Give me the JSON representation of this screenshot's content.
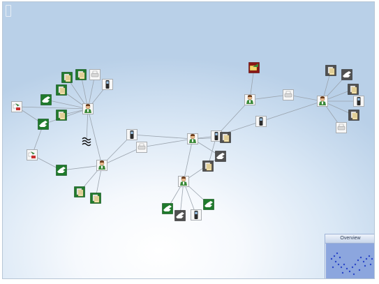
{
  "overview": {
    "title": "Overview"
  },
  "colors": {
    "edge": "#9aa3ad",
    "green_tile": "#1f7a2c",
    "dark_tile": "#505050",
    "red_tile": "#8b1616",
    "overview_bg": "#8ca6de",
    "overview_dots": "#2944c8"
  },
  "graph": {
    "nodes": [
      {
        "id": "p1",
        "icon": "person-icon",
        "style": "person"
      },
      {
        "id": "p2",
        "icon": "person-icon",
        "style": "person"
      },
      {
        "id": "p3",
        "icon": "person-icon",
        "style": "person"
      },
      {
        "id": "p4",
        "icon": "person-icon",
        "style": "person"
      },
      {
        "id": "p5",
        "icon": "person-icon",
        "style": "person"
      },
      {
        "id": "p6",
        "icon": "person-icon",
        "style": "person"
      },
      {
        "id": "a1",
        "icon": "document-icon",
        "style": "green"
      },
      {
        "id": "a2",
        "icon": "document-icon",
        "style": "green"
      },
      {
        "id": "a3",
        "icon": "printer-icon",
        "style": "light"
      },
      {
        "id": "a4",
        "icon": "mobile-phone-icon",
        "style": "light"
      },
      {
        "id": "a5",
        "icon": "document-icon",
        "style": "green"
      },
      {
        "id": "a6",
        "icon": "hand-icon",
        "style": "green"
      },
      {
        "id": "a7",
        "icon": "document-icon",
        "style": "green"
      },
      {
        "id": "a8",
        "icon": "hand-icon",
        "style": "green"
      },
      {
        "id": "a9",
        "icon": "transfer-icon",
        "style": "light"
      },
      {
        "id": "b1",
        "icon": "transfer-icon",
        "style": "light"
      },
      {
        "id": "b2",
        "icon": "hand-icon",
        "style": "green"
      },
      {
        "id": "b3",
        "icon": "document-icon",
        "style": "green"
      },
      {
        "id": "b4",
        "icon": "document-icon",
        "style": "green"
      },
      {
        "id": "b5",
        "icon": "wave-icon",
        "style": "plain"
      },
      {
        "id": "h1",
        "icon": "mobile-phone-icon",
        "style": "light"
      },
      {
        "id": "h2",
        "icon": "printer-icon",
        "style": "light"
      },
      {
        "id": "h3",
        "icon": "mobile-phone-icon",
        "style": "light"
      },
      {
        "id": "h4",
        "icon": "document-icon",
        "style": "dark"
      },
      {
        "id": "h5",
        "icon": "hand-icon",
        "style": "dark"
      },
      {
        "id": "h6",
        "icon": "document-icon",
        "style": "dark"
      },
      {
        "id": "c1",
        "icon": "hand-icon",
        "style": "green"
      },
      {
        "id": "c2",
        "icon": "hand-icon",
        "style": "dark"
      },
      {
        "id": "c3",
        "icon": "mobile-phone-icon",
        "style": "light"
      },
      {
        "id": "c4",
        "icon": "hand-icon",
        "style": "green"
      },
      {
        "id": "e1",
        "icon": "bank-card-icon",
        "style": "red"
      },
      {
        "id": "e2",
        "icon": "printer-icon",
        "style": "light"
      },
      {
        "id": "e3",
        "icon": "mobile-phone-icon",
        "style": "light"
      },
      {
        "id": "f1",
        "icon": "document-icon",
        "style": "dark"
      },
      {
        "id": "f2",
        "icon": "hand-icon",
        "style": "dark"
      },
      {
        "id": "f3",
        "icon": "document-icon",
        "style": "dark"
      },
      {
        "id": "f4",
        "icon": "mobile-phone-icon",
        "style": "light"
      },
      {
        "id": "f5",
        "icon": "document-icon",
        "style": "dark"
      },
      {
        "id": "f6",
        "icon": "printer-icon",
        "style": "light"
      }
    ],
    "edges": [
      [
        "p1",
        "a1"
      ],
      [
        "p1",
        "a2"
      ],
      [
        "p1",
        "a3"
      ],
      [
        "p1",
        "a4"
      ],
      [
        "p1",
        "a5"
      ],
      [
        "p1",
        "a6"
      ],
      [
        "p1",
        "a7"
      ],
      [
        "p1",
        "a8"
      ],
      [
        "p1",
        "a9"
      ],
      [
        "p1",
        "b5"
      ],
      [
        "a9",
        "a8"
      ],
      [
        "a8",
        "b1"
      ],
      [
        "b1",
        "b2"
      ],
      [
        "b2",
        "p2"
      ],
      [
        "p2",
        "b3"
      ],
      [
        "p2",
        "b4"
      ],
      [
        "p2",
        "h1"
      ],
      [
        "p2",
        "h2"
      ],
      [
        "p2",
        "p1"
      ],
      [
        "h1",
        "p3"
      ],
      [
        "h2",
        "p3"
      ],
      [
        "p3",
        "p4"
      ],
      [
        "p3",
        "h3"
      ],
      [
        "p3",
        "h4"
      ],
      [
        "p3",
        "h5"
      ],
      [
        "h3",
        "h6"
      ],
      [
        "h3",
        "p5"
      ],
      [
        "h5",
        "p4"
      ],
      [
        "p4",
        "c1"
      ],
      [
        "p4",
        "c2"
      ],
      [
        "p4",
        "c3"
      ],
      [
        "p4",
        "c4"
      ],
      [
        "p5",
        "e1"
      ],
      [
        "p5",
        "e2"
      ],
      [
        "e2",
        "p6"
      ],
      [
        "e3",
        "p6"
      ],
      [
        "e3",
        "h3"
      ],
      [
        "p6",
        "f1"
      ],
      [
        "p6",
        "f2"
      ],
      [
        "p6",
        "f3"
      ],
      [
        "p6",
        "f4"
      ],
      [
        "p6",
        "f5"
      ],
      [
        "p6",
        "f6"
      ]
    ]
  }
}
